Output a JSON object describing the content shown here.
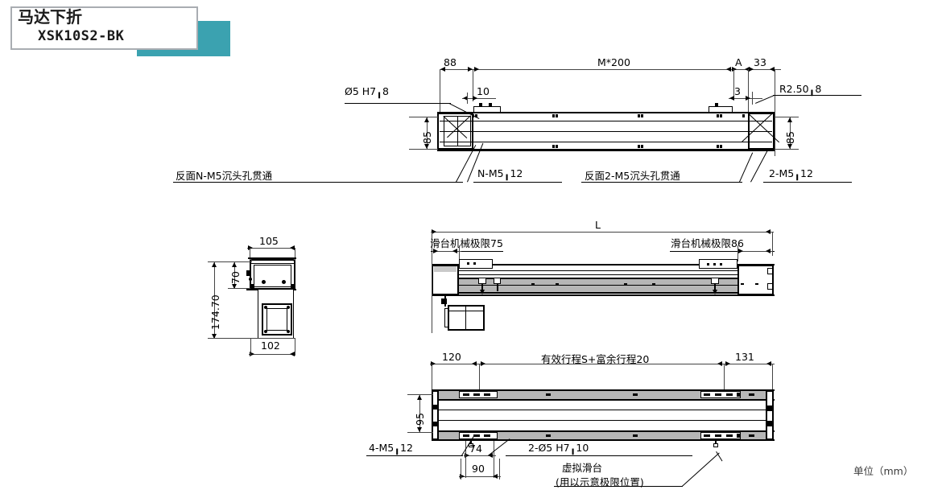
{
  "title_block": {
    "cn_title": "马达下折",
    "model": "XSK10S2-BK",
    "accent_color": "#3ba2b0",
    "border_color": "#a9adb2"
  },
  "unit_note": "单位（mm）",
  "views": {
    "top_view": {
      "name": "top-assembly-view",
      "dimensions": {
        "d_88": "88",
        "d_10": "10",
        "d_M200": "M*200",
        "d_A": "A",
        "d_33": "33",
        "d_3": "3",
        "d_85_left": "85",
        "d_85_right": "85"
      },
      "callouts": {
        "dia5_h7_8": "Ø5 H7",
        "dia5_h7_8_depth": "8",
        "r250_8": "R2.50",
        "r250_8_depth": "8",
        "back_n_m5": "反面N-M5沉头孔贯通",
        "n_m5_12": "N-M5",
        "n_m5_12_depth": "12",
        "back_2_m5": "反面2-M5沉头孔贯通",
        "two_m5_12": "2-M5",
        "two_m5_12_depth": "12"
      }
    },
    "side_view": {
      "name": "left-cross-section-view",
      "dimensions": {
        "d_105": "105",
        "d_70": "70",
        "d_174_70": "174.70",
        "d_102": "102"
      }
    },
    "middle_view": {
      "name": "full-length-side-view",
      "dimensions": {
        "d_L": "L"
      },
      "callouts": {
        "limit_left": "滑台机械极限75",
        "limit_right": "滑台机械极限86"
      }
    },
    "bottom_view": {
      "name": "bottom-plan-view",
      "dimensions": {
        "d_120": "120",
        "d_stroke": "有效行程S+富余行程20",
        "d_131": "131",
        "d_95": "95",
        "d_74": "74",
        "d_90": "90"
      },
      "callouts": {
        "four_m5_12": "4-M5",
        "four_m5_12_depth": "12",
        "two_dia5_h7_10": "2-Ø5 H7",
        "two_dia5_h7_10_depth": "10",
        "virtual_slider_l1": "虚拟滑台",
        "virtual_slider_l2": "(用以示意极限位置)"
      }
    }
  }
}
